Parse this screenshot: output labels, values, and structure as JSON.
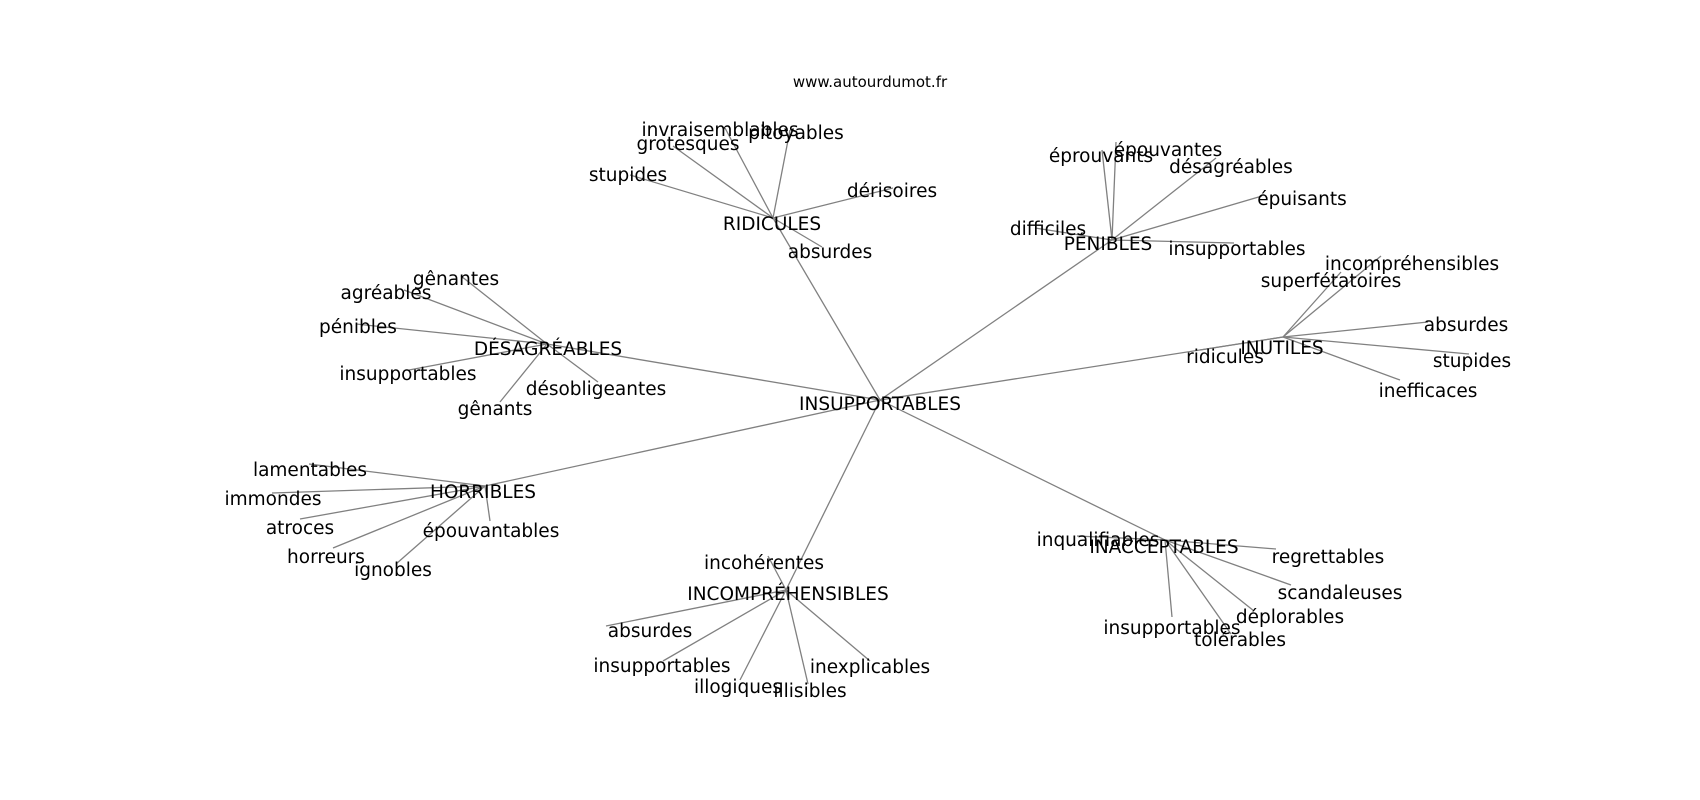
{
  "source": "www.autourdumot.fr",
  "graph": {
    "root": "INSUPPORTABLES",
    "clusters": [
      {
        "label": "RIDICULES",
        "children": [
          "invraisemblables",
          "pitoyables",
          "grotesques",
          "stupides",
          "dérisoires",
          "absurdes"
        ]
      },
      {
        "label": "PÉNIBLES",
        "children": [
          "épouvantes",
          "éprouvants",
          "désagréables",
          "épuisants",
          "difficiles",
          "insupportables"
        ]
      },
      {
        "label": "DÉSAGRÉABLES",
        "children": [
          "gênantes",
          "agréables",
          "pénibles",
          "insupportables",
          "désobligeantes",
          "gênants"
        ]
      },
      {
        "label": "INUTILES",
        "children": [
          "incompréhensibles",
          "superfétatoires",
          "absurdes",
          "ridicules",
          "stupides",
          "inefficaces"
        ]
      },
      {
        "label": "HORRIBLES",
        "children": [
          "lamentables",
          "immondes",
          "atroces",
          "épouvantables",
          "horreurs",
          "ignobles"
        ]
      },
      {
        "label": "INACCEPTABLES",
        "children": [
          "inqualifiables",
          "regrettables",
          "scandaleuses",
          "déplorables",
          "insupportables",
          "tolérables"
        ]
      },
      {
        "label": "INCOMPRÉHENSIBLES",
        "children": [
          "incohérentes",
          "absurdes",
          "insupportables",
          "inexplicables",
          "illogiques",
          "illisibles"
        ]
      }
    ]
  }
}
